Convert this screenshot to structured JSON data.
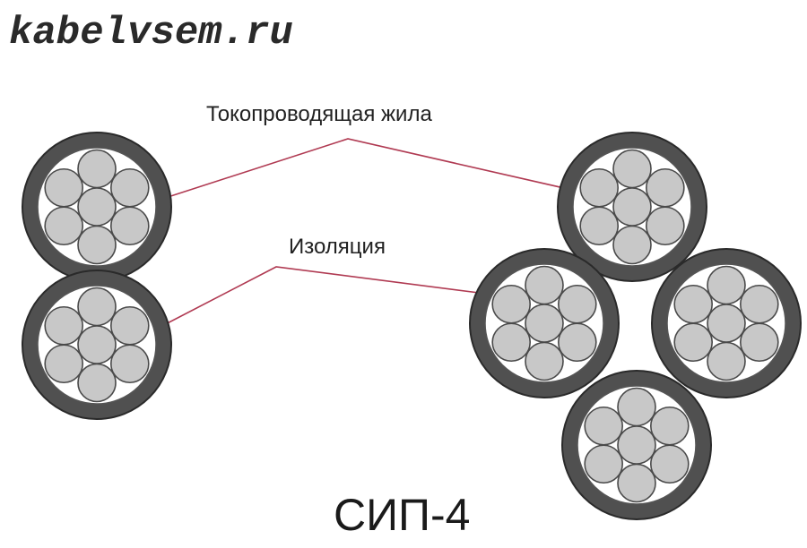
{
  "watermark": {
    "text": "kabelvsem.ru"
  },
  "labels": {
    "conductor": "Токопроводящая жила",
    "insulation": "Изоляция"
  },
  "title": "СИП-4",
  "colors": {
    "background": "#ffffff",
    "jacket": "#505050",
    "strand": "#c8c8c8",
    "leader_line": "#b03a52",
    "text": "#222222"
  },
  "cables": {
    "left_pair_count": 2,
    "right_group_count": 4,
    "strands_per_core": 7
  }
}
